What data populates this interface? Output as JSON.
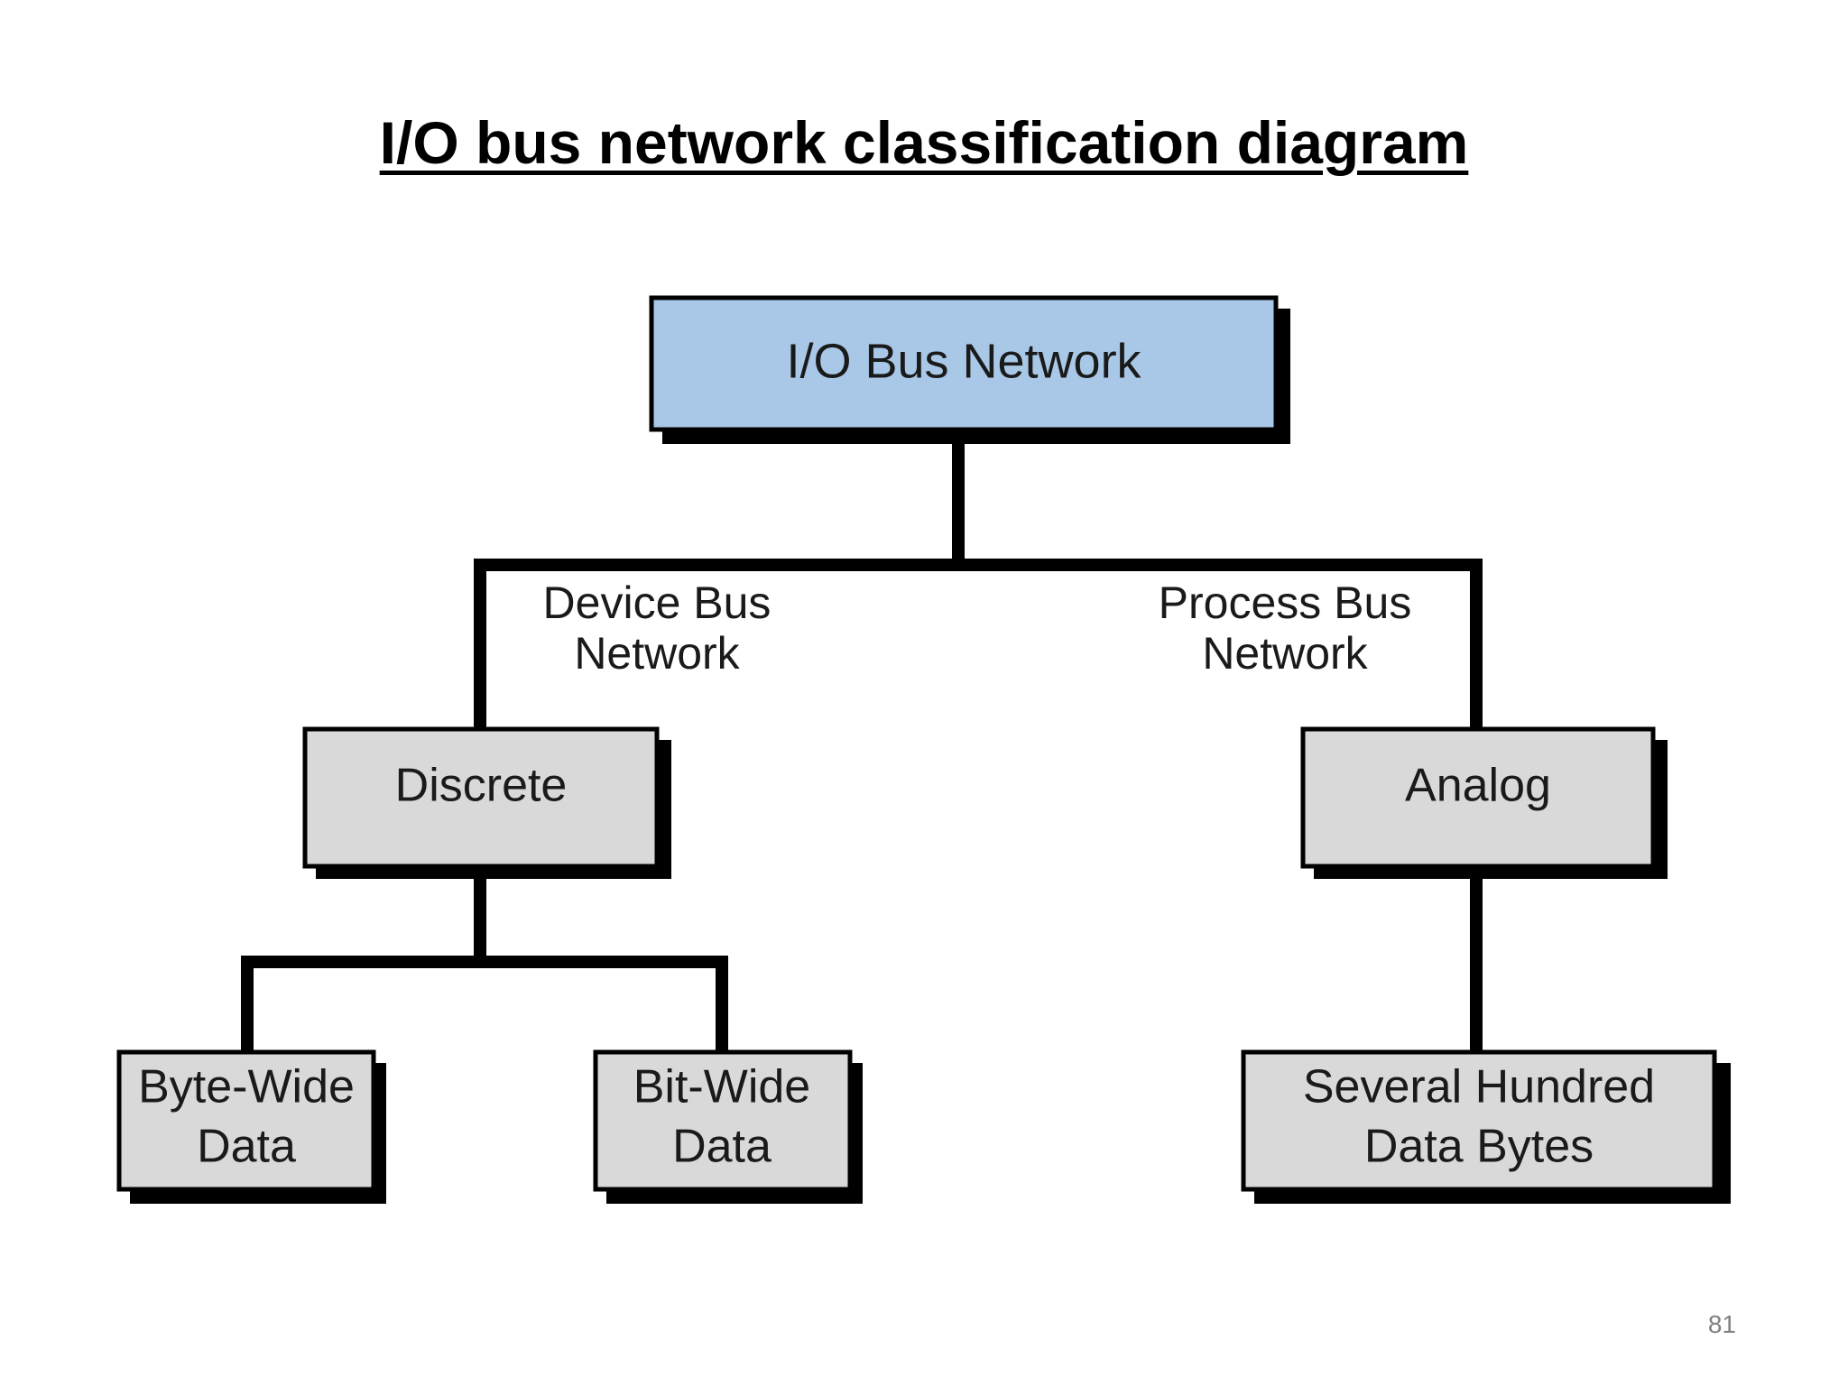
{
  "slide": {
    "title": "I/O bus network classification diagram",
    "page_number": "81"
  },
  "colors": {
    "root_fill": "#a9c8e8",
    "node_fill": "#d9d9d9",
    "line": "#000000",
    "shadow": "#000000",
    "page_number": "#808080"
  },
  "diagram": {
    "root": {
      "label": "I/O Bus Network"
    },
    "branches": {
      "device": {
        "line1": "Device Bus",
        "line2": "Network"
      },
      "process": {
        "line1": "Process Bus",
        "line2": "Network"
      }
    },
    "nodes": {
      "discrete": {
        "label": "Discrete"
      },
      "analog": {
        "label": "Analog"
      },
      "byte_wide": {
        "line1": "Byte-Wide",
        "line2": "Data"
      },
      "bit_wide": {
        "line1": "Bit-Wide",
        "line2": "Data"
      },
      "several_hundred": {
        "line1": "Several Hundred",
        "line2": "Data Bytes"
      }
    }
  }
}
